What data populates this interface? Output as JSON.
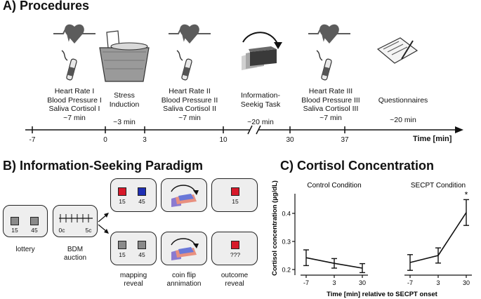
{
  "panel_a": {
    "title": "A) Procedures",
    "stages": [
      {
        "lines": [
          "Heart Rate I",
          "Blood Pressure I",
          "Saliva Cortisol I",
          "~7 min"
        ]
      },
      {
        "lines": [
          "Stress",
          "Induction",
          "",
          "~3 min"
        ]
      },
      {
        "lines": [
          "Heart Rate II",
          "Blood Pressure II",
          "Saliva Cortisol II",
          "~7 min"
        ]
      },
      {
        "lines": [
          "Information-",
          "Seekig Task",
          "",
          "~20 min"
        ]
      },
      {
        "lines": [
          "Heart Rate III",
          "Blood Pressure III",
          "Saliva Cortisol III",
          "~7 min"
        ]
      },
      {
        "lines": [
          "Questionnaires",
          "",
          "",
          "~20 min"
        ]
      }
    ],
    "timeline_ticks": [
      "-7",
      "0",
      "3",
      "10",
      "30",
      "37"
    ],
    "axis_label": "Time [min]",
    "icons": [
      "heart-rate-icon",
      "saliva-swab-icon",
      "ice-water-bucket-icon",
      "rotating-coin-icon",
      "questionnaire-icon"
    ]
  },
  "panel_b": {
    "title": "B) Information-Seeking Paradigm",
    "lottery_values": [
      "15",
      "45"
    ],
    "bdm_scale": [
      "0c",
      "5c"
    ],
    "mapping_values_top": [
      "15",
      "45"
    ],
    "mapping_values_bottom": [
      "15",
      "45"
    ],
    "outcome_top": "15",
    "outcome_bottom": "???",
    "captions": {
      "lottery": "lottery",
      "bdm": [
        "BDM",
        "auction"
      ],
      "mapping": [
        "mapping",
        "reveal"
      ],
      "coin": [
        "coin flip",
        "annimation"
      ],
      "outcome": [
        "outcome",
        "reveal"
      ]
    },
    "colors": {
      "red": "#d7192a",
      "blue": "#1f2fb3",
      "gray": "#8a8a8a"
    }
  },
  "panel_c": {
    "title": "C) Cortisol Concentration",
    "chart_data": {
      "type": "line",
      "ylabel": "Cortisol concentration (µg/dL)",
      "xlabel": "Time [min] relative to SECPT onset",
      "yticks": [
        "0.2",
        "0.3",
        "0.4"
      ],
      "ylim": [
        0.18,
        0.47
      ],
      "panels": [
        {
          "name": "Control Condition",
          "x": [
            "-7",
            "3",
            "30"
          ],
          "values": [
            0.242,
            0.222,
            0.205
          ],
          "errors": [
            0.028,
            0.017,
            0.016
          ],
          "significance": [
            "",
            "",
            ""
          ]
        },
        {
          "name": "SECPT Condition",
          "x": [
            "-7",
            "3",
            "30"
          ],
          "values": [
            0.225,
            0.25,
            0.403
          ],
          "errors": [
            0.028,
            0.027,
            0.046
          ],
          "significance": [
            "",
            "",
            "*"
          ]
        }
      ]
    }
  }
}
